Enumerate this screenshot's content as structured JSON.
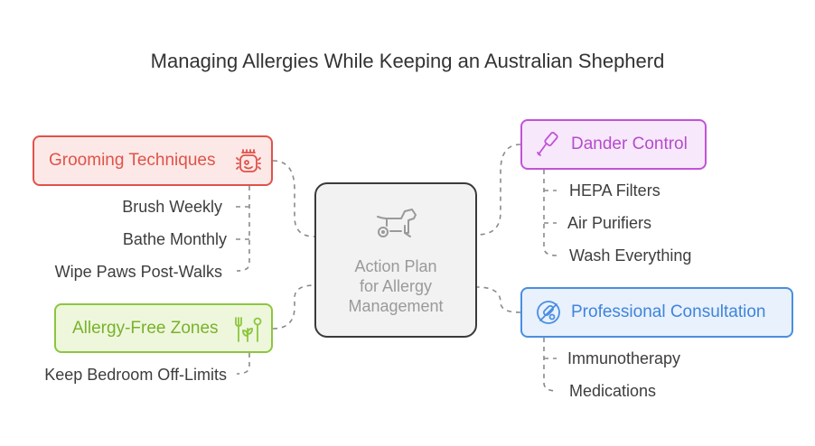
{
  "title": "Managing Allergies While Keeping an Australian Shepherd",
  "center": {
    "line1": "Action Plan",
    "line2": "for Allergy",
    "line3": "Management",
    "icon": "dog-icon"
  },
  "branches": {
    "grooming": {
      "label": "Grooming Techniques",
      "icon": "grooming-brush-icon",
      "color": "#e0524a",
      "items": [
        "Brush Weekly",
        "Bathe Monthly",
        "Wipe Paws Post-Walks"
      ]
    },
    "allergy_free": {
      "label": "Allergy-Free Zones",
      "icon": "plant-utensils-icon",
      "color": "#8cc63f",
      "items": [
        "Keep Bedroom Off-Limits"
      ]
    },
    "dander": {
      "label": "Dander Control",
      "icon": "lint-roller-icon",
      "color": "#c153d8",
      "items": [
        "HEPA Filters",
        "Air Purifiers",
        "Wash Everything"
      ]
    },
    "professional": {
      "label": "Professional Consultation",
      "icon": "pills-icon",
      "color": "#4a8ee0",
      "items": [
        "Immunotherapy",
        "Medications"
      ]
    }
  }
}
